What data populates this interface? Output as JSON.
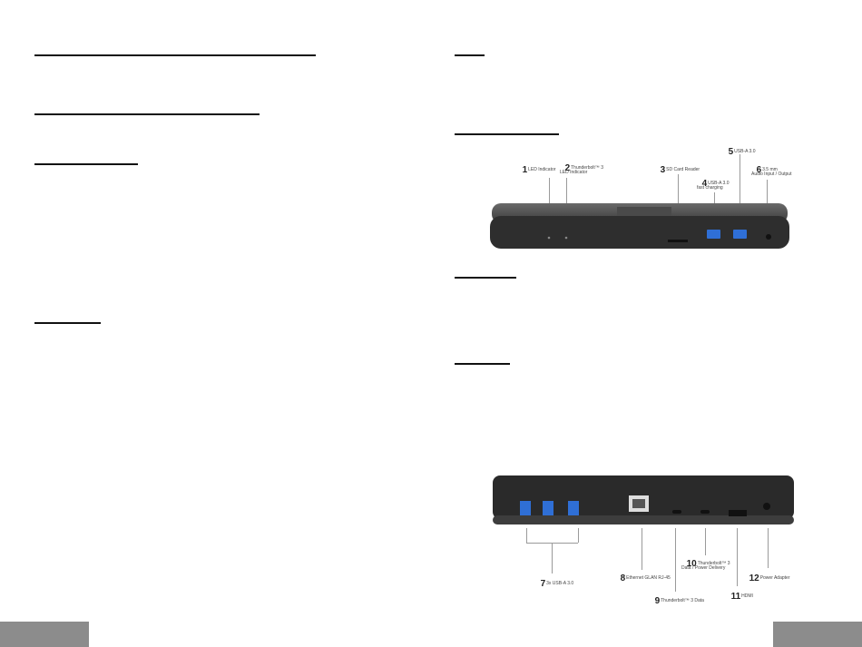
{
  "front_labels": [
    {
      "num": "1",
      "text": "LED Indicator"
    },
    {
      "num": "2",
      "text": "Thunderbolt™ 3\nLED Indicator"
    },
    {
      "num": "3",
      "text": "SD Card Reader"
    },
    {
      "num": "4",
      "text": "USB-A 3.0\nfast charging"
    },
    {
      "num": "5",
      "text": "USB-A 3.0"
    },
    {
      "num": "6",
      "text": "3.5 mm\nAudio Input / Output"
    }
  ],
  "back_labels": [
    {
      "num": "7",
      "text": "3x USB-A 3.0"
    },
    {
      "num": "8",
      "text": "Ethernet GLAN RJ-45"
    },
    {
      "num": "9",
      "text": "Thunderbolt™ 3 Data"
    },
    {
      "num": "10",
      "text": "Thunderbolt™ 3\nData / Power Delivery"
    },
    {
      "num": "11",
      "text": "HDMI"
    },
    {
      "num": "12",
      "text": "Power Adapter"
    }
  ],
  "colors": {
    "rule": "#111111",
    "footer": "#8c8c8c",
    "device": "#2f2f2f",
    "usb_blue": "#2f6fd6"
  }
}
